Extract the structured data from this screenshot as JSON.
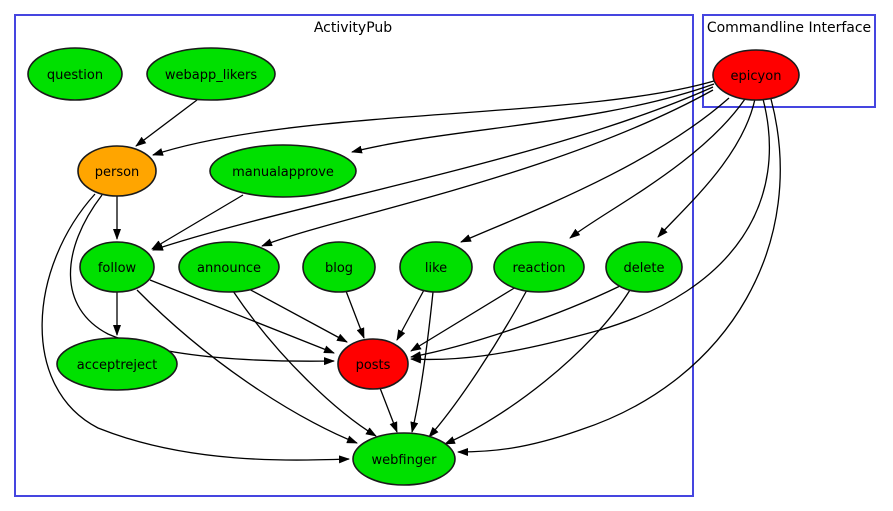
{
  "diagram": {
    "clusters": {
      "activitypub": {
        "label": "ActivityPub",
        "border_color": "#4545e0"
      },
      "commandline_interface": {
        "label": "Commandline Interface",
        "border_color": "#4545e0"
      }
    },
    "nodes": {
      "question": {
        "label": "question",
        "color": "#00e000"
      },
      "webapp_likers": {
        "label": "webapp_likers",
        "color": "#00e000"
      },
      "person": {
        "label": "person",
        "color": "#ffa500"
      },
      "manualapprove": {
        "label": "manualapprove",
        "color": "#00e000"
      },
      "follow": {
        "label": "follow",
        "color": "#00e000"
      },
      "announce": {
        "label": "announce",
        "color": "#00e000"
      },
      "blog": {
        "label": "blog",
        "color": "#00e000"
      },
      "like": {
        "label": "like",
        "color": "#00e000"
      },
      "reaction": {
        "label": "reaction",
        "color": "#00e000"
      },
      "delete": {
        "label": "delete",
        "color": "#00e000"
      },
      "acceptreject": {
        "label": "acceptreject",
        "color": "#00e000"
      },
      "posts": {
        "label": "posts",
        "color": "#ff0000"
      },
      "webfinger": {
        "label": "webfinger",
        "color": "#00e000"
      },
      "epicyon": {
        "label": "epicyon",
        "color": "#ff0000"
      }
    },
    "edge_color": "#000000",
    "edges": [
      {
        "from": "webapp_likers",
        "to": "person"
      },
      {
        "from": "person",
        "to": "follow"
      },
      {
        "from": "person",
        "to": "posts"
      },
      {
        "from": "person",
        "to": "webfinger"
      },
      {
        "from": "manualapprove",
        "to": "follow"
      },
      {
        "from": "follow",
        "to": "acceptreject"
      },
      {
        "from": "follow",
        "to": "posts"
      },
      {
        "from": "follow",
        "to": "webfinger"
      },
      {
        "from": "announce",
        "to": "posts"
      },
      {
        "from": "announce",
        "to": "webfinger"
      },
      {
        "from": "blog",
        "to": "posts"
      },
      {
        "from": "like",
        "to": "posts"
      },
      {
        "from": "like",
        "to": "webfinger"
      },
      {
        "from": "reaction",
        "to": "posts"
      },
      {
        "from": "reaction",
        "to": "webfinger"
      },
      {
        "from": "delete",
        "to": "posts"
      },
      {
        "from": "delete",
        "to": "webfinger"
      },
      {
        "from": "posts",
        "to": "webfinger"
      },
      {
        "from": "epicyon",
        "to": "person"
      },
      {
        "from": "epicyon",
        "to": "manualapprove"
      },
      {
        "from": "epicyon",
        "to": "follow"
      },
      {
        "from": "epicyon",
        "to": "announce"
      },
      {
        "from": "epicyon",
        "to": "like"
      },
      {
        "from": "epicyon",
        "to": "reaction"
      },
      {
        "from": "epicyon",
        "to": "delete"
      },
      {
        "from": "epicyon",
        "to": "posts"
      },
      {
        "from": "epicyon",
        "to": "webfinger"
      }
    ]
  }
}
